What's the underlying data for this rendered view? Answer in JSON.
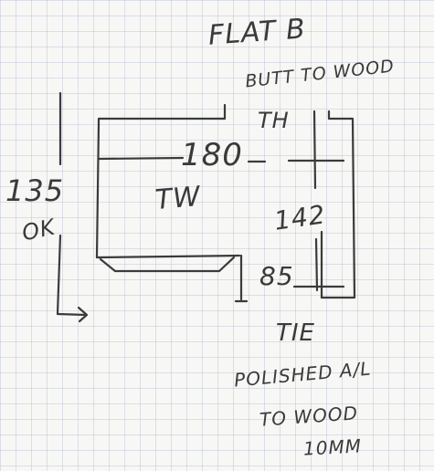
{
  "labels": {
    "title": "FLAT B",
    "butt_note": "BUTT TO WOOD",
    "th": "TH",
    "width": "180",
    "tw": "TW",
    "return_length": "142",
    "height": "135",
    "ok": "OK",
    "gap": "85",
    "tie": "TIE",
    "polished_note": "POLISHED A/L",
    "to_wood": "TO WOOD",
    "ten_mm": "10MM"
  },
  "colors": {
    "ink": "#3b3b3b",
    "paper": "#f7f7f5",
    "grid": "#96a0be"
  }
}
